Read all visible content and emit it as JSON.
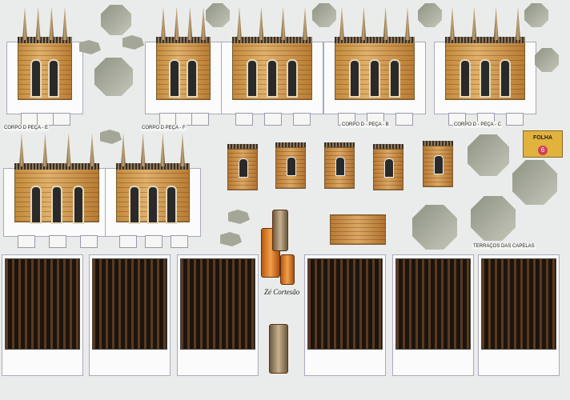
{
  "sheet": {
    "folha_label": "FOLHA",
    "folha_number": "6",
    "labels": {
      "corpo_d_peca_b": "CORPO D - PEÇA - B",
      "corpo_d_peca_c": "CORPO D - PEÇA - C",
      "corpo_d_peca_e": "CORPO D PEÇA - E",
      "corpo_d_peca_f": "CORPO D PEÇA - F",
      "terracos": "TERRAÇOS DAS CAPELAS"
    },
    "colors": {
      "paper": "#e9ecea",
      "brick": "#d39a4e",
      "dark_grid": "#1d140d",
      "roof_gray": "#a4a797",
      "folha_badge": "#e1b23e"
    }
  }
}
